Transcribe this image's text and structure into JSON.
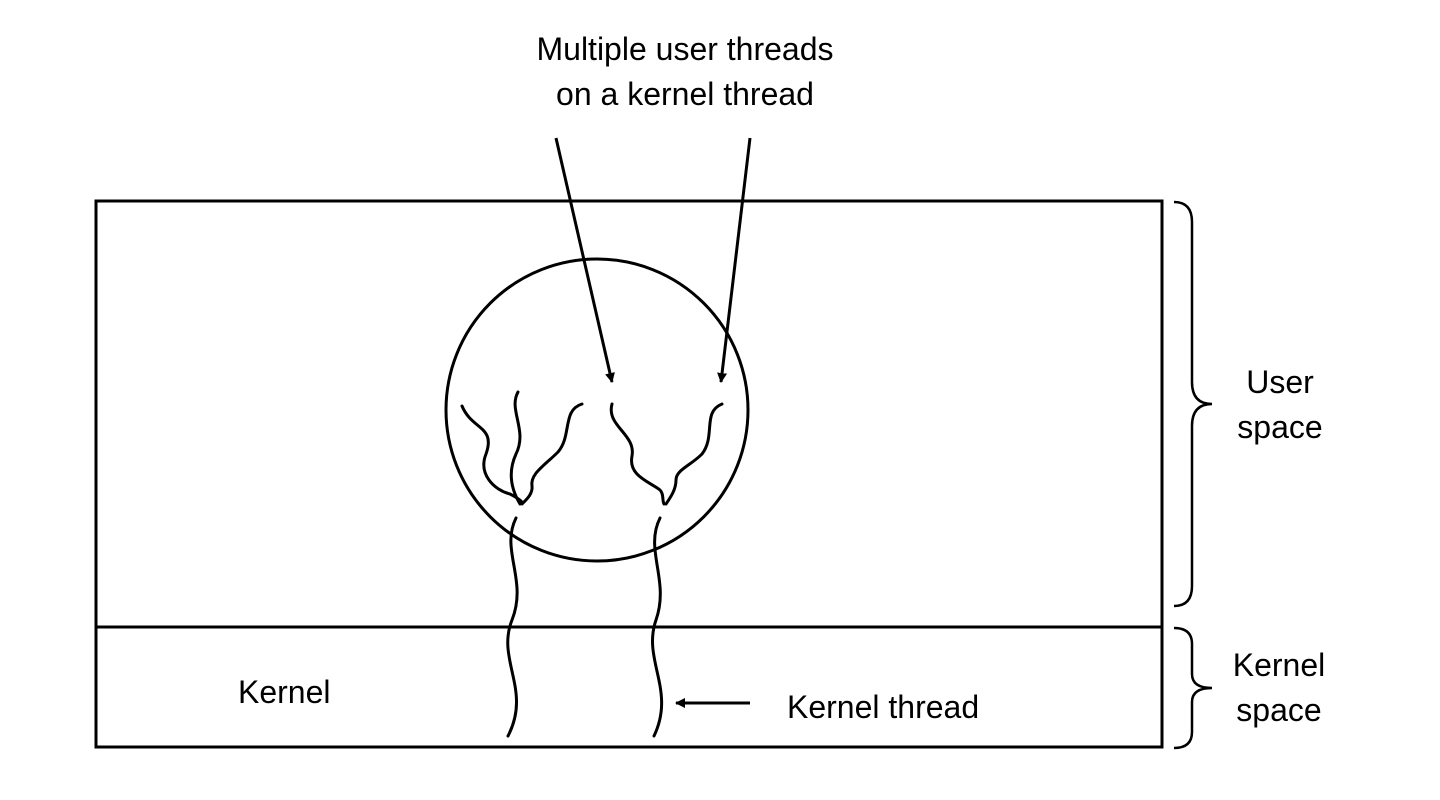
{
  "annotation": {
    "line1": "Multiple user threads",
    "line2": "on a kernel thread"
  },
  "regions": {
    "user_space": {
      "line1": "User",
      "line2": "space"
    },
    "kernel_space": {
      "line1": "Kernel",
      "line2": "space"
    }
  },
  "kernel_label": "Kernel",
  "kernel_thread_label": "Kernel thread",
  "colors": {
    "stroke": "#000000",
    "background": "#ffffff"
  }
}
